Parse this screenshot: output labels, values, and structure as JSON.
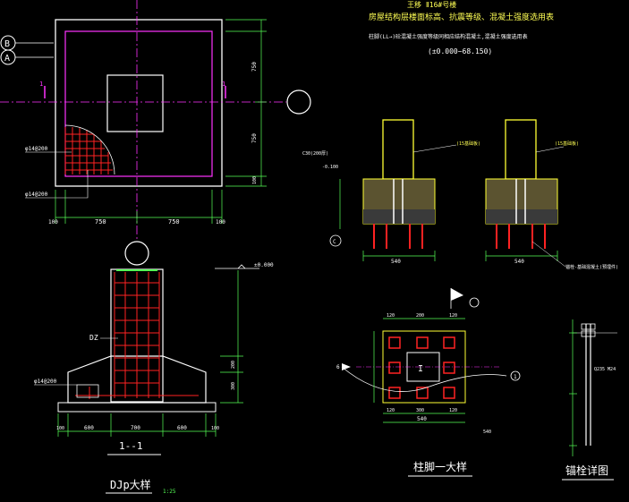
{
  "header": {
    "line1": "王移  Ⅱ16#号楼",
    "line2": "房屋结构层楼面标高、抗震等级、混凝土强度选用表",
    "line3": "柱脚(LL→)砼混凝土强度等级同相应结构混凝土,混凝土强度选用表",
    "line4": "(±0.000~68.150)"
  },
  "axis_labels": {
    "b": "B",
    "a": "A",
    "circle_mid": "",
    "c1": "C"
  },
  "plan": {
    "section_mark": "1",
    "dims_bottom": [
      "100",
      "750",
      "750",
      "100"
    ],
    "dims_right": [
      "750",
      "750",
      "100"
    ],
    "rebar_label_1": "φ14@200",
    "rebar_label_2": "φ14@200"
  },
  "section": {
    "elev": "±0.000",
    "column_label": "DZ",
    "rebar_label": "φ14@200",
    "dims_bottom": [
      "100",
      "600",
      "700",
      "600",
      "100"
    ],
    "dims_right": [
      "200",
      "300"
    ],
    "section_title": "1--1",
    "title": "DJp大样",
    "scale": "1:25"
  },
  "details": {
    "left_dim": "540",
    "right_dim": "540",
    "label_a": "(15基础板)",
    "label_b": "(15基础板)",
    "anchor_note": "锚栓-基础混凝土(预埋件)",
    "base_label": "C30(200厚)",
    "minus_elev": "-0.100"
  },
  "baseplate": {
    "dims_top": [
      "120",
      "200",
      "120"
    ],
    "dims_bottom": [
      "120",
      "300",
      "120"
    ],
    "total": "540",
    "total2": "540",
    "left_num": "6",
    "right_num": "1",
    "title": "柱脚一大样"
  },
  "bolt": {
    "spec": "Q235 M24",
    "title": "锚栓详图"
  }
}
